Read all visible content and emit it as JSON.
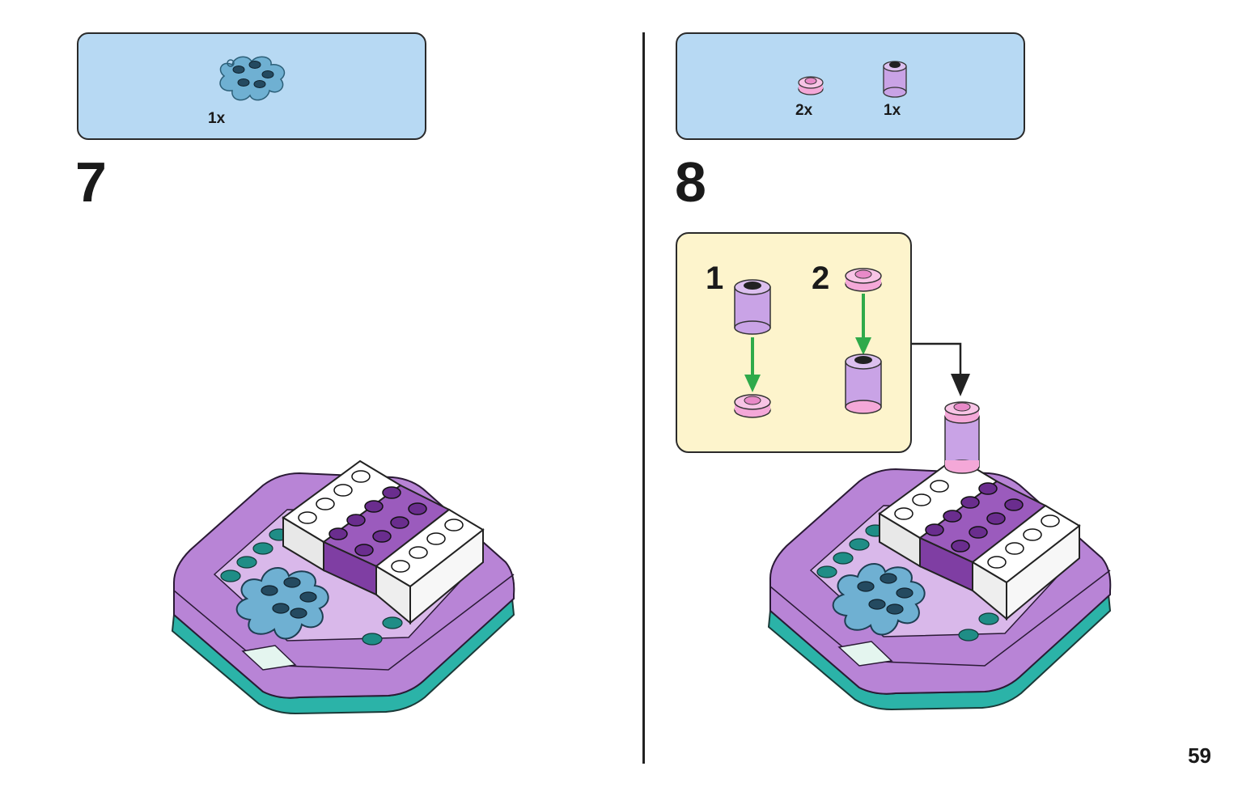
{
  "page": {
    "number": "59"
  },
  "steps": [
    {
      "number": "7",
      "parts": [
        {
          "name": "flower-plate",
          "color": "#6fb0d2",
          "qty": "1x"
        }
      ]
    },
    {
      "number": "8",
      "parts": [
        {
          "name": "round-plate",
          "color": "#f4a8d8",
          "qty": "2x"
        },
        {
          "name": "round-brick",
          "color": "#c9a3e6",
          "qty": "1x"
        }
      ],
      "sub_steps": [
        {
          "number": "1"
        },
        {
          "number": "2"
        }
      ]
    }
  ],
  "colors": {
    "parts_box": "#b7d9f3",
    "callout": "#fdf4cc",
    "purple_dark": "#9b5bbd",
    "purple_light": "#d6a4e6",
    "teal": "#2bb3a8",
    "teal_stud": "#1f8d86",
    "blue_flower": "#6fb0d2",
    "pink": "#f4a8d8",
    "lavender": "#c9a3e6",
    "green_arrow": "#2faa4a"
  }
}
